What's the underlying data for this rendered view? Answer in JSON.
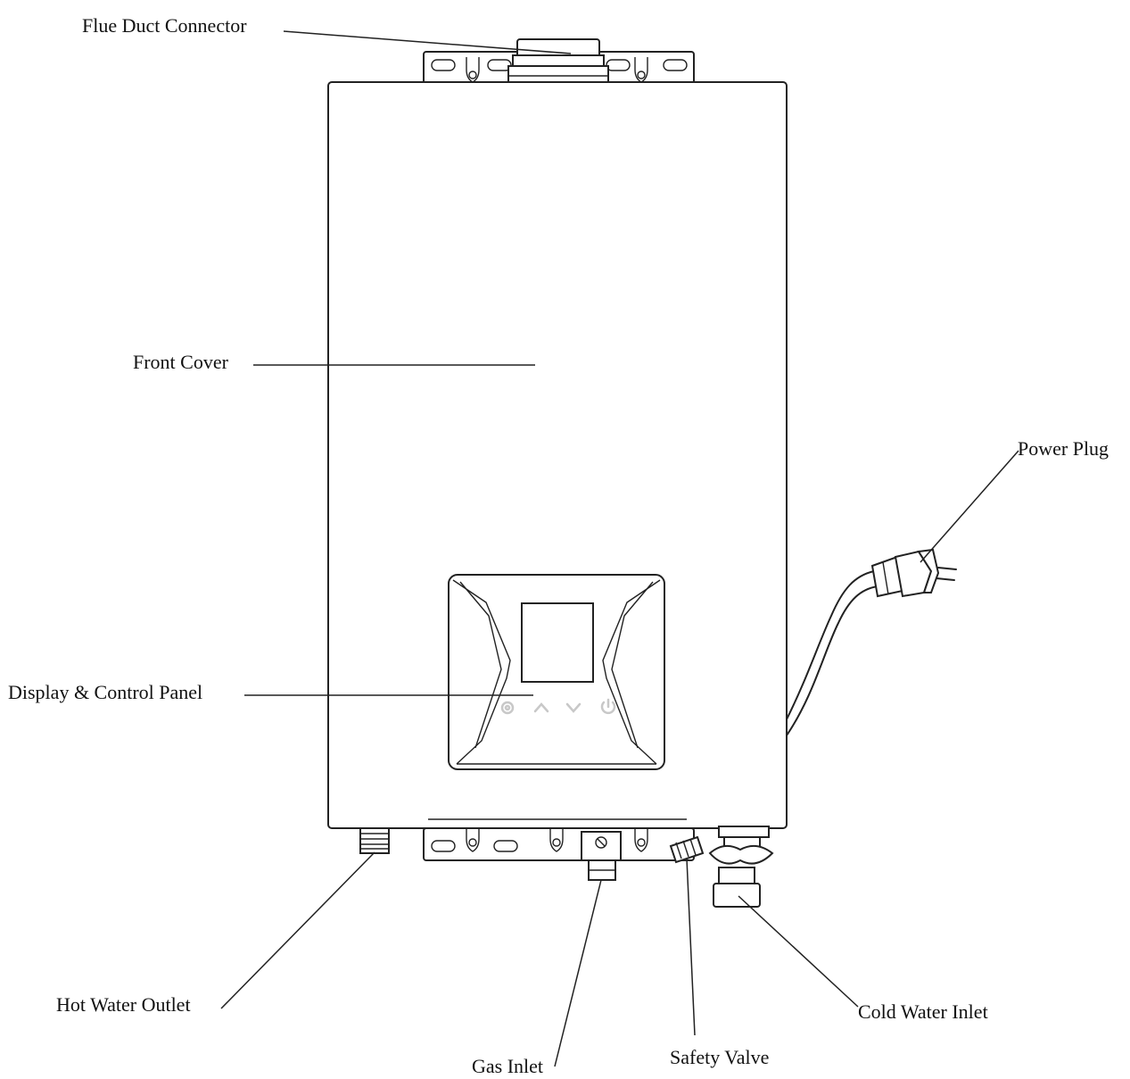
{
  "labels": {
    "flue_duct_connector": "Flue Duct Connector",
    "front_cover": "Front Cover",
    "power_plug": "Power Plug",
    "display_control_panel": "Display & Control Panel",
    "hot_water_outlet": "Hot Water Outlet",
    "gas_inlet": "Gas Inlet",
    "safety_valve": "Safety Valve",
    "cold_water_inlet": "Cold Water Inlet"
  },
  "icons": {
    "panel_buttons": [
      "wifi-icon",
      "up-arrow-icon",
      "down-arrow-icon",
      "power-icon"
    ]
  },
  "colors": {
    "line": "#222222",
    "background": "#ffffff",
    "button_glyph": "#c8c8c8"
  }
}
